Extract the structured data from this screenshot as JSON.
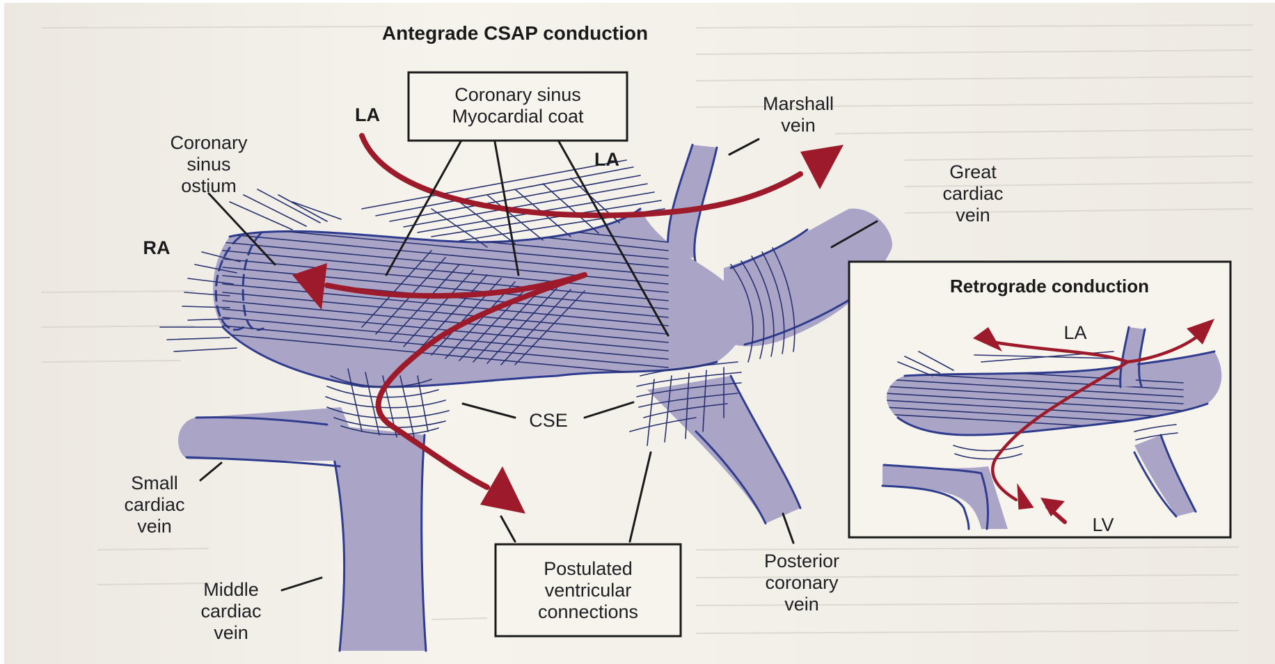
{
  "title": "Antegrade CSAP conduction",
  "labels": {
    "la_top_left": "LA",
    "la_top_right": "LA",
    "ra": "RA",
    "cs_box_line1": "Coronary sinus",
    "cs_box_line2": "Myocardial coat",
    "cs_ostium_line1": "Coronary",
    "cs_ostium_line2": "sinus",
    "cs_ostium_line3": "ostium",
    "marshall_line1": "Marshall",
    "marshall_line2": "vein",
    "great_line1": "Great",
    "great_line2": "cardiac",
    "great_line3": "vein",
    "cse": "CSE",
    "small_line1": "Small",
    "small_line2": "cardiac",
    "small_line3": "vein",
    "middle_line1": "Middle",
    "middle_line2": "cardiac",
    "middle_line3": "vein",
    "postulated_line1": "Postulated",
    "postulated_line2": "ventricular",
    "postulated_line3": "connections",
    "posterior_line1": "Posterior",
    "posterior_line2": "coronary",
    "posterior_line3": "vein"
  },
  "inset": {
    "title": "Retrograde conduction",
    "la": "LA",
    "lv": "LV"
  },
  "colors": {
    "vein": "#aaa5c7",
    "vein_edge": "#2f3c8e",
    "fibers": "#26306f",
    "arrow": "#9d1a2b",
    "paper": "#f7f4ee"
  }
}
